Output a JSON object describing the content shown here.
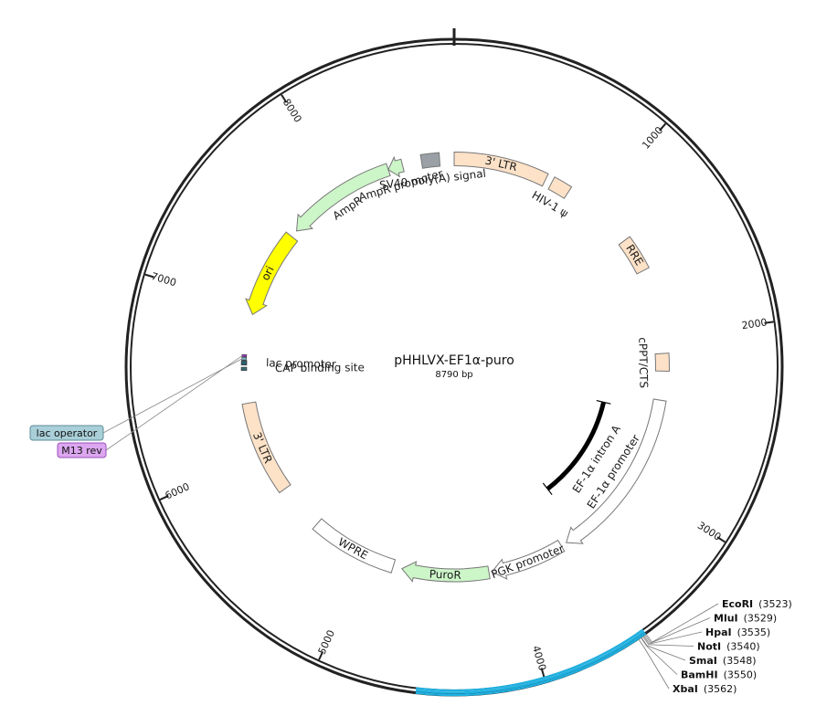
{
  "plasmid": {
    "name": "pHHLVX-EF1α-puro",
    "size_label": "8790 bp",
    "length": 8790
  },
  "ticks": [
    {
      "pos": 1000,
      "label": "1000"
    },
    {
      "pos": 2000,
      "label": "2000"
    },
    {
      "pos": 3000,
      "label": "3000"
    },
    {
      "pos": 4000,
      "label": "4000"
    },
    {
      "pos": 5000,
      "label": "5000"
    },
    {
      "pos": 6000,
      "label": "6000"
    },
    {
      "pos": 7000,
      "label": "7000"
    },
    {
      "pos": 8000,
      "label": "8000"
    }
  ],
  "features": [
    {
      "id": "ltr5",
      "label": "3' LTR",
      "start": 0,
      "end": 634,
      "type": "box",
      "color": "#fde2c8",
      "radius": 228,
      "width": 15
    },
    {
      "id": "hiv",
      "label": "HIV-1 ψ",
      "start": 680,
      "end": 808,
      "type": "box",
      "color": "#fde2c8",
      "radius": 228,
      "width": 15
    },
    {
      "id": "rre",
      "label": "RRE",
      "start": 1303,
      "end": 1537,
      "type": "box",
      "color": "#fde2c8",
      "radius": 232,
      "width": 15
    },
    {
      "id": "cppt",
      "label": "cPPT/CTS",
      "start": 2106,
      "end": 2224,
      "type": "box",
      "color": "#fde2c8",
      "radius": 228,
      "width": 15
    },
    {
      "id": "ef1prom",
      "label": "EF-1α promoter",
      "start": 2420,
      "end": 3600,
      "type": "arrow",
      "dir": 1,
      "color": "#ffffff",
      "radius": 228,
      "width": 14
    },
    {
      "id": "pgk",
      "label": "PGK promoter",
      "start": 3640,
      "end": 4140,
      "type": "arrow",
      "dir": 1,
      "color": "#ffffff",
      "radius": 228,
      "width": 14
    },
    {
      "id": "puro",
      "label": "PuroR",
      "start": 4160,
      "end": 4750,
      "type": "arrow",
      "dir": 1,
      "color": "#ccf5c8",
      "radius": 228,
      "width": 14
    },
    {
      "id": "wpre",
      "label": "WPRE",
      "start": 4810,
      "end": 5400,
      "type": "box",
      "color": "#ffffff",
      "radius": 228,
      "width": 15
    },
    {
      "id": "ltr3",
      "label": "3' LTR",
      "start": 5720,
      "end": 6350,
      "type": "box",
      "color": "#fde2c8",
      "radius": 228,
      "width": 15
    },
    {
      "id": "cap",
      "label": "CAP binding site",
      "start": 6570,
      "end": 6592,
      "type": "small",
      "color": "#3a6b73",
      "radius": 230,
      "width": 6
    },
    {
      "id": "lacprom",
      "label": "lac promoter",
      "start": 6606,
      "end": 6636,
      "type": "small",
      "color": "#2e5f6e",
      "radius": 230,
      "width": 6
    },
    {
      "id": "lacop",
      "label": "lac operator",
      "start": 6640,
      "end": 6658,
      "type": "small",
      "color": "#7fb4c0",
      "radius": 230,
      "width": 5
    },
    {
      "id": "m13",
      "label": "M13 rev",
      "start": 6662,
      "end": 6676,
      "type": "small",
      "color": "#a236c8",
      "radius": 230,
      "width": 5
    },
    {
      "id": "ori",
      "label": "ori",
      "start": 6950,
      "end": 7540,
      "type": "arrow",
      "dir": -1,
      "color": "#ffff00",
      "radius": 228,
      "width": 16
    },
    {
      "id": "ampr",
      "label": "AmpR",
      "start": 7590,
      "end": 8340,
      "type": "arrow",
      "dir": -1,
      "color": "#ccf5c8",
      "radius": 228,
      "width": 14
    },
    {
      "id": "amprprom",
      "label": "AmpR promoter",
      "start": 8340,
      "end": 8440,
      "type": "arrow",
      "dir": -1,
      "color": "#ccf5c8",
      "radius": 228,
      "width": 14
    },
    {
      "id": "sv40",
      "label": "SV40 poly(A) signal",
      "start": 8570,
      "end": 8692,
      "type": "box",
      "color": "#9aa0a6",
      "radius": 228,
      "width": 15
    }
  ],
  "intron": {
    "label": "EF-1α intron A",
    "start": 2520,
    "end": 3480,
    "radius": 168
  },
  "mcs": {
    "start": 3523,
    "end": 4560,
    "color": "#1fb0e0"
  },
  "sites": [
    {
      "name": "EcoRI",
      "pos_label": "(3523)",
      "pos": 3523
    },
    {
      "name": "MluI",
      "pos_label": "(3529)",
      "pos": 3529
    },
    {
      "name": "HpaI",
      "pos_label": "(3535)",
      "pos": 3535
    },
    {
      "name": "NotI",
      "pos_label": "(3540)",
      "pos": 3540
    },
    {
      "name": "SmaI",
      "pos_label": "(3548)",
      "pos": 3548
    },
    {
      "name": "BamHI",
      "pos_label": "(3550)",
      "pos": 3550
    },
    {
      "name": "XbaI",
      "pos_label": "(3562)",
      "pos": 3562
    }
  ],
  "callouts": [
    {
      "label": "lac operator",
      "color": "#a9cfd8",
      "border": "#5e8e99"
    },
    {
      "label": "M13 rev",
      "color": "#dca6f0",
      "border": "#9a4fb8"
    }
  ]
}
